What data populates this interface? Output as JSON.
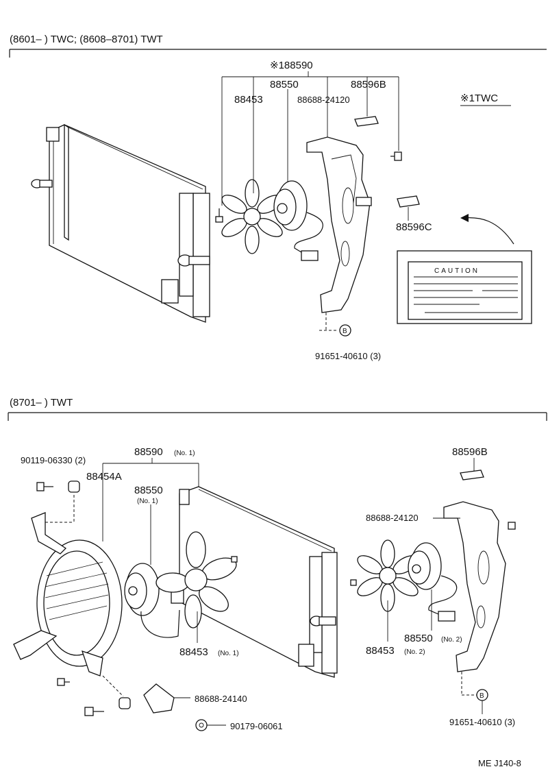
{
  "sections": {
    "top": {
      "heading": "(8601–      ) TWC; (8608–8701) TWT",
      "twc_note": "※1TWC",
      "labels": {
        "assy": "※188590",
        "p88550": "88550",
        "p88596B": "88596B",
        "p88453": "88453",
        "p88688": "88688-24120",
        "p88596C": "88596C",
        "bolt": "91651-40610 (3)",
        "caution": "CAUTION",
        "circle_b": "B"
      }
    },
    "bottom": {
      "heading": "(8701–      ) TWT",
      "labels": {
        "p90119": "90119-06330 (2)",
        "p88590": "88590",
        "p88590_no": "(No. 1)",
        "p88454A": "88454A",
        "p88550": "88550",
        "p88550_no": "(No. 1)",
        "p88453": "88453",
        "p88453_no": "(No. 1)",
        "p88596B": "88596B",
        "p88688a": "88688-24120",
        "p88550b": "88550",
        "p88550b_no": "(No. 2)",
        "p88453b": "88453",
        "p88453b_no": "(No. 2)",
        "p88688b": "88688-24140",
        "p90179": "90179-06061",
        "bolt": "91651-40610 (3)",
        "circle_b": "B"
      }
    }
  },
  "footer": {
    "code": "ME  J140-8"
  },
  "icons": [
    "radiator-icon",
    "fan-blade-icon",
    "fan-motor-icon",
    "fan-shroud-bracket-icon",
    "caution-label-icon",
    "bolt-icon",
    "grommet-icon",
    "nut-icon"
  ]
}
